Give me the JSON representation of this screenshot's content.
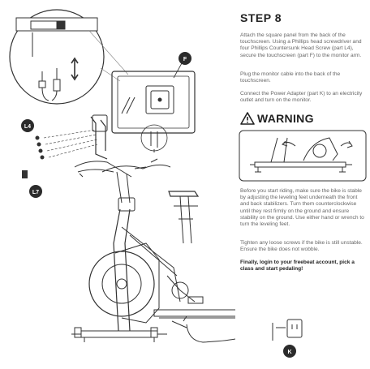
{
  "step": {
    "title": "STEP 8"
  },
  "instructions": [
    "Attach the square panel from the back of the touchscreen. Using a Phillips head screwdriver and four Phillips Countersunk Head Screw (part L4), secure the touchscreen (part F) to the monitor arm.",
    "Plug the monitor cable into the back of the touchscreen.",
    "Connect the Power Adapter (part K) to an electricity outlet and turn on the monitor."
  ],
  "warning": {
    "title": "WARNING",
    "icon": "warning-triangle-icon",
    "paragraphs": [
      "Before you start riding, make sure the bike is stable by adjusting the leveling feet underneath the front and back stabilizers. Turn them counterclockwise until they rest firmly on the ground and ensure stability on the ground. Use either hand or wrench to turn the leveling feet.",
      "Tighten any loose screws if the bike is still unstable. Ensure the bike does not wobble."
    ],
    "final": "Finally, login to your freebeat account, pick a class and start pedaling!"
  },
  "callouts": {
    "touchscreen": "F",
    "screws": "L4",
    "tool": "L7",
    "adapter": "K"
  },
  "colors": {
    "callout_bg": "#2b2b2b",
    "line": "#333333"
  }
}
